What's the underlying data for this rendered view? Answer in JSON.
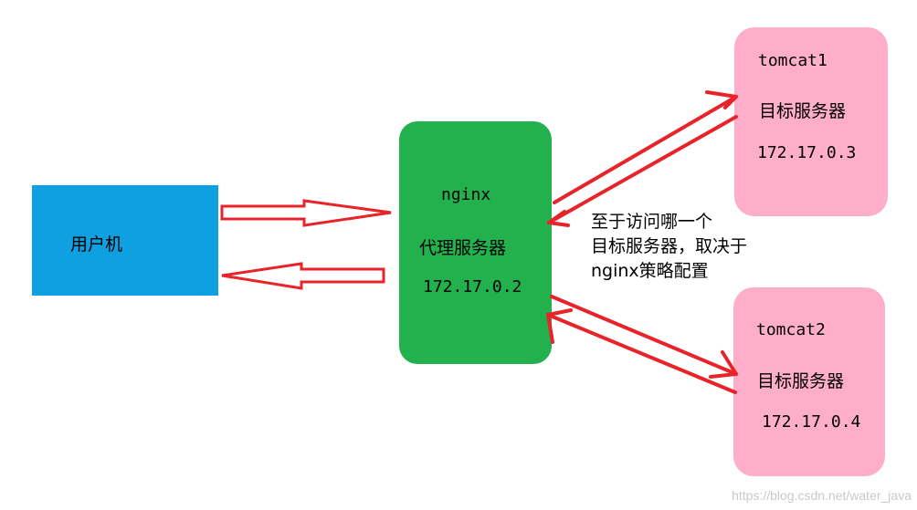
{
  "client": {
    "label": "用户机"
  },
  "proxy": {
    "name": "nginx",
    "role": "代理服务器",
    "ip": "172.17.0.2"
  },
  "targets": [
    {
      "name": "tomcat1",
      "role": "目标服务器",
      "ip": "172.17.0.3"
    },
    {
      "name": "tomcat2",
      "role": "目标服务器",
      "ip": "172.17.0.4"
    }
  ],
  "note": {
    "lines": [
      "至于访问哪一个",
      "目标服务器，取决于",
      "nginx策略配置"
    ]
  },
  "watermark": "https://blog.csdn.net/water_java",
  "colors": {
    "client": "#0ea0e0",
    "proxy": "#22b14c",
    "target": "#ffaec9",
    "arrow": "#e8232a"
  }
}
